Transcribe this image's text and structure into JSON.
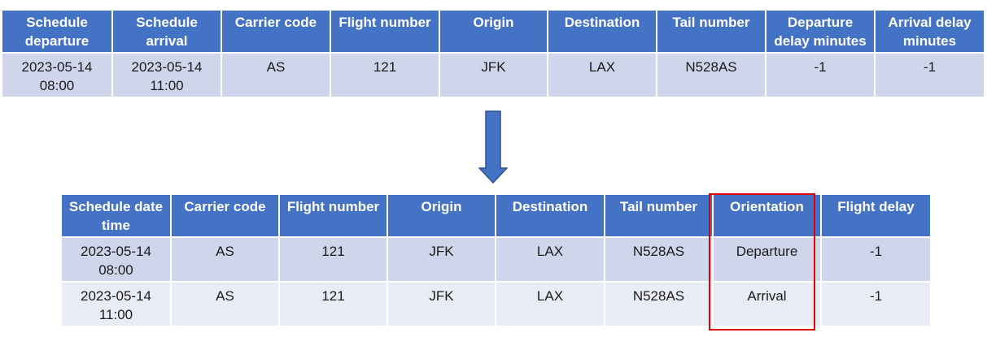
{
  "wide_table": {
    "headers": [
      "Schedule departure",
      "Schedule arrival",
      "Carrier code",
      "Flight number",
      "Origin",
      "Destination",
      "Tail number",
      "Departure delay minutes",
      "Arrival delay minutes"
    ],
    "rows": [
      [
        "2023-05-14 08:00",
        "2023-05-14 11:00",
        "AS",
        "121",
        "JFK",
        "LAX",
        "N528AS",
        "-1",
        "-1"
      ]
    ]
  },
  "long_table": {
    "headers": [
      "Schedule date time",
      "Carrier code",
      "Flight number",
      "Origin",
      "Destination",
      "Tail number",
      "Orientation",
      "Flight delay"
    ],
    "rows": [
      [
        "2023-05-14 08:00",
        "AS",
        "121",
        "JFK",
        "LAX",
        "N528AS",
        "Departure",
        "-1"
      ],
      [
        "2023-05-14 11:00",
        "AS",
        "121",
        "JFK",
        "LAX",
        "N528AS",
        "Arrival",
        "-1"
      ]
    ]
  },
  "colors": {
    "header_fill": "#4472c4",
    "row_odd": "#cfd5ea",
    "row_even": "#e9ebf5",
    "arrow": "#4472c4",
    "highlight": "#e00000"
  },
  "icons": {
    "transform_arrow": "arrow-down-icon"
  }
}
